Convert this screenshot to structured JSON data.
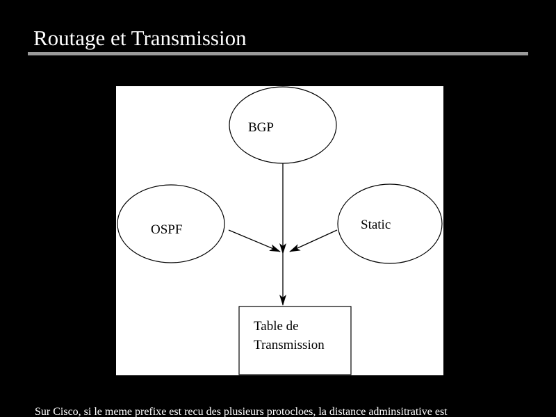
{
  "slide": {
    "title": "Routage et Transmission",
    "footer": "Sur Cisco, si le meme prefixe est recu des plusieurs protocloes, la distance adminsitrative est"
  },
  "diagram": {
    "nodes": {
      "bgp": "BGP",
      "ospf": "OSPF",
      "static": "Static",
      "table_line1": "Table de",
      "table_line2": "Transmission"
    }
  },
  "colors": {
    "background": "#000000",
    "text": "#ffffff",
    "rule": "#9a9a9a",
    "diagram_background": "#ffffff",
    "diagram_ink": "#000000"
  }
}
